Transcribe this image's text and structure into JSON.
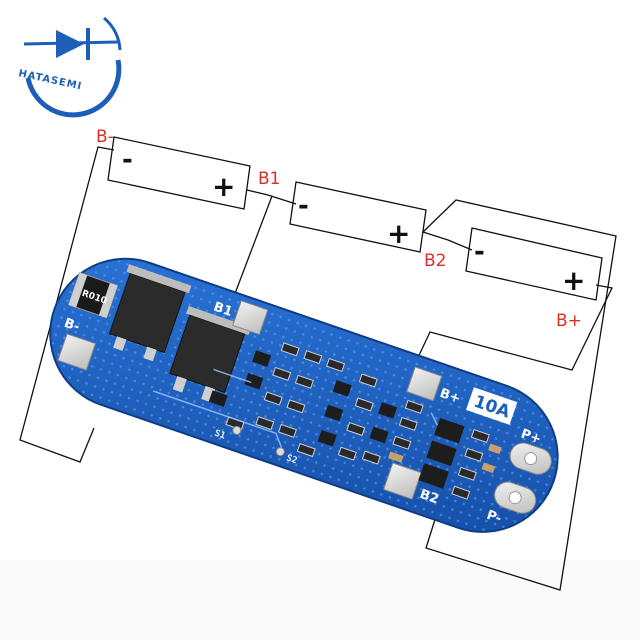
{
  "logo": {
    "name": "HATASEMI",
    "brand_color": "#1d5fb8"
  },
  "wire_labels": {
    "b_minus": "B-",
    "b1": "B1",
    "b2": "B2",
    "b_plus": "B+"
  },
  "cell_signs": {
    "minus": "-",
    "plus": "+"
  },
  "board": {
    "current_rating": "10A",
    "resistor_marking": "R010",
    "pad_b1": "B1",
    "pad_b_plus": "B+",
    "pad_b_minus": "B-",
    "pad_p_plus": "P+",
    "pad_p_minus": "P-",
    "pad_b2": "B2",
    "test_point_s1": "S1",
    "test_point_s2": "S2",
    "color": "#1b5fbf"
  }
}
